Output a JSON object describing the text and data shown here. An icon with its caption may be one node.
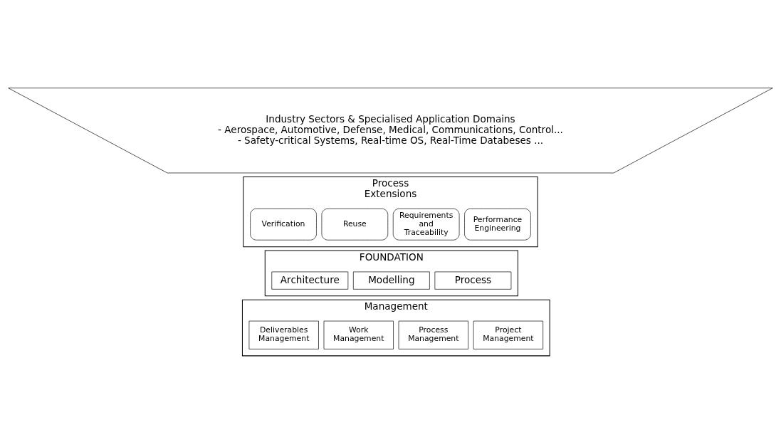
{
  "diagram": {
    "nodes": [
      {
        "text": [
          "Industry Sectors & Specialised Application Domains",
          "- Aerospace, Automotive, Defense, Medical, Communications, Control...",
          "- Safety-critical Systems, Real-time OS, Real-Time Databeses ..."
        ]
      },
      {
        "text": [
          "Process Extensions"
        ]
      },
      {
        "text": [
          "Performance Engineering"
        ],
        "in": 1
      },
      {
        "text": [
          "Requirements and Traceability"
        ],
        "in": 1
      },
      {
        "text": [
          "Reuse"
        ],
        "in": 1
      },
      {
        "text": [
          "Verification"
        ],
        "in": 1
      },
      {
        "text": [
          "FOUNDATION"
        ]
      },
      {
        "text": [
          "Architecture"
        ],
        "in": 6
      },
      {
        "text": [
          "Process"
        ],
        "in": 6
      },
      {
        "text": [
          "Modelling"
        ],
        "in": 6
      },
      {
        "text": [
          "Management"
        ]
      },
      {
        "text": [
          "Project Management"
        ],
        "in": 10
      },
      {
        "text": [
          "Process Management"
        ],
        "in": 10
      },
      {
        "text": [
          "Work Management"
        ],
        "in": 10
      },
      {
        "text": [
          "Deliverables Management"
        ],
        "in": 10
      }
    ],
    "edges": []
  }
}
